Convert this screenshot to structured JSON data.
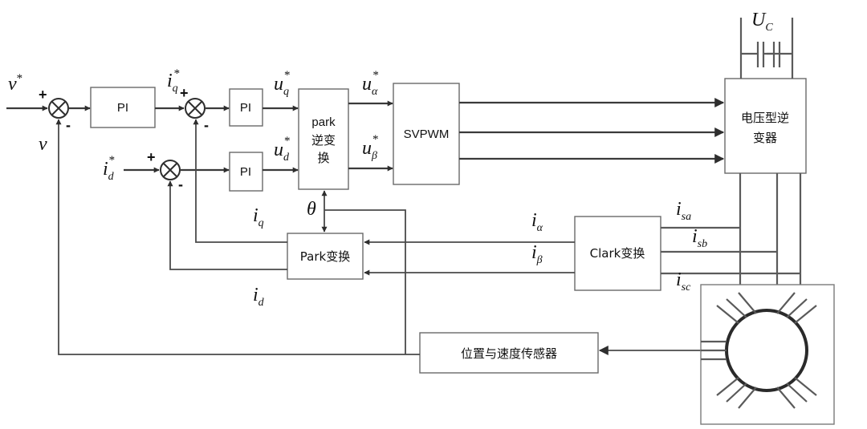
{
  "blocks": {
    "pi_speed": "PI",
    "pi_iq": "PI",
    "pi_id": "PI",
    "park_inverse": [
      "park",
      "逆变",
      "换"
    ],
    "svpwm": "SVPWM",
    "inverter": [
      "电压型逆",
      "变器"
    ],
    "park": "Park变换",
    "clark": "Clark变换",
    "sensor": "位置与速度传感器"
  },
  "signals": {
    "v_ref": {
      "main": "v",
      "sup": "*"
    },
    "v_fb": {
      "main": "v"
    },
    "iq_ref": {
      "main": "i",
      "sub": "q",
      "sup": "*"
    },
    "id_ref": {
      "main": "i",
      "sub": "d",
      "sup": "*"
    },
    "uq_ref": {
      "main": "u",
      "sub": "q",
      "sup": "*"
    },
    "ud_ref": {
      "main": "u",
      "sub": "d",
      "sup": "*"
    },
    "ua_ref": {
      "main": "u",
      "sub": "α",
      "sup": "*"
    },
    "ub_ref": {
      "main": "u",
      "sub": "β",
      "sup": "*"
    },
    "iq_fb": {
      "main": "i",
      "sub": "q"
    },
    "id_fb": {
      "main": "i",
      "sub": "d"
    },
    "theta": {
      "main": "θ"
    },
    "i_alpha": {
      "main": "i",
      "sub": "α"
    },
    "i_beta": {
      "main": "i",
      "sub": "β"
    },
    "isa": {
      "main": "i",
      "sub": "sa"
    },
    "isb": {
      "main": "i",
      "sub": "sb"
    },
    "isc": {
      "main": "i",
      "sub": "sc"
    },
    "uc": {
      "main": "U",
      "sub": "C"
    }
  },
  "signs": {
    "sum1_plus": "+",
    "sum1_minus": "-",
    "sum2_plus": "+",
    "sum2_minus": "-",
    "sum3_plus": "+",
    "sum3_minus": "-"
  }
}
